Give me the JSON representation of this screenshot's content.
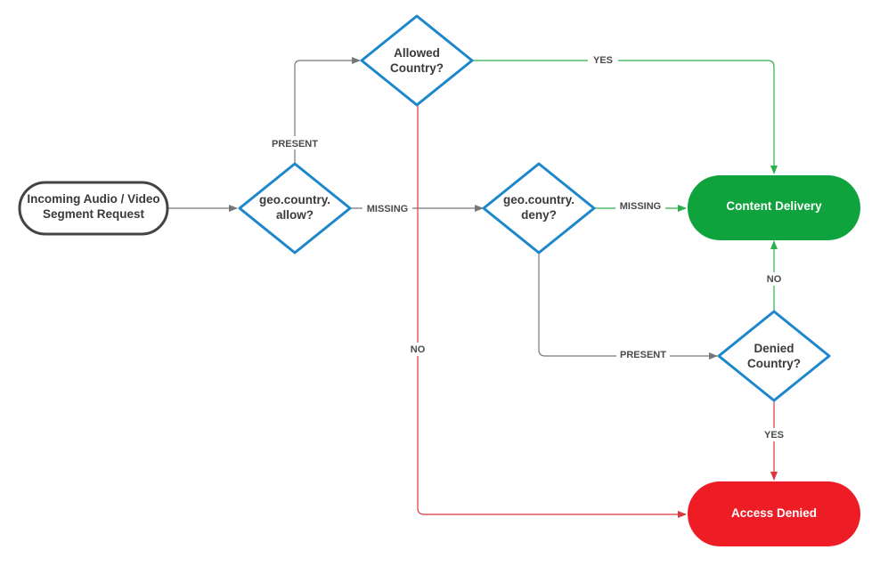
{
  "colors": {
    "decision_stroke": "#1d87cb",
    "start_stroke": "#444444",
    "neutral_edge": "#777777",
    "yes_edge": "#2db04b",
    "no_edge": "#d8383d",
    "delivery_fill": "#0ea33c",
    "denied_fill": "#ee1c25"
  },
  "nodes": {
    "start": {
      "line1": "Incoming Audio / Video",
      "line2": "Segment Request"
    },
    "allow_check": {
      "line1": "geo.country.",
      "line2": "allow?"
    },
    "allowed_country": {
      "line1": "Allowed",
      "line2": "Country?"
    },
    "deny_check": {
      "line1": "geo.country.",
      "line2": "deny?"
    },
    "denied_country": {
      "line1": "Denied",
      "line2": "Country?"
    },
    "content_delivery": {
      "label": "Content Delivery"
    },
    "access_denied": {
      "label": "Access Denied"
    }
  },
  "edges": {
    "allow_present": "PRESENT",
    "allow_missing": "MISSING",
    "allowed_yes": "YES",
    "allowed_no": "NO",
    "deny_missing": "MISSING",
    "deny_present": "PRESENT",
    "denied_no": "NO",
    "denied_yes": "YES"
  }
}
